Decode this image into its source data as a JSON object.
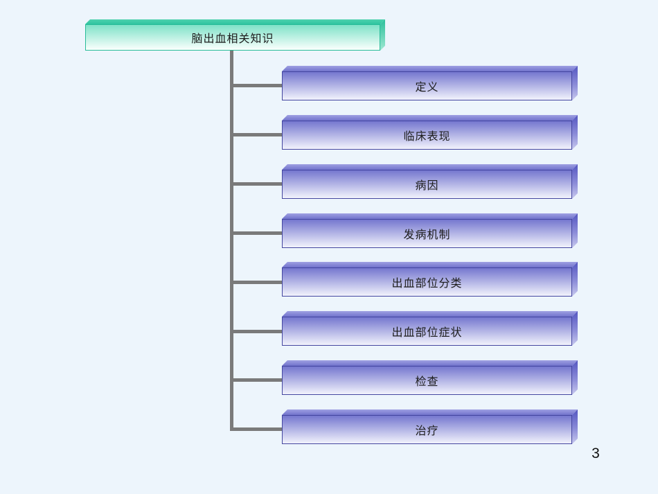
{
  "page": {
    "background_color": "#edf5fc",
    "page_number": "3"
  },
  "diagram": {
    "root": {
      "label": "脑出血相关知识",
      "accent_color": "#2fc4a0"
    },
    "items": [
      {
        "label": "定义"
      },
      {
        "label": "临床表现"
      },
      {
        "label": "病因"
      },
      {
        "label": "发病机制"
      },
      {
        "label": "出血部位分类"
      },
      {
        "label": "出血部位症状"
      },
      {
        "label": "检查"
      },
      {
        "label": "治疗"
      }
    ],
    "item_accent_color": "#7577cf",
    "connector_color": "#7a7a7a"
  }
}
